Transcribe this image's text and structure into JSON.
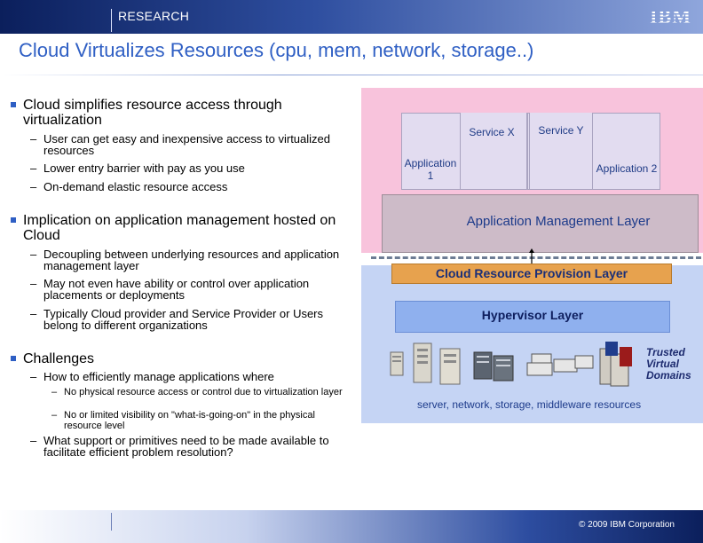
{
  "header": {
    "section": "RESEARCH",
    "logo": "IBM"
  },
  "title": "Cloud Virtualizes Resources (cpu, mem, network, storage..)",
  "bullets": [
    {
      "text": "Cloud simplifies resource access through virtualization",
      "subs": [
        "User can get easy and inexpensive access to virtualized resources",
        "Lower entry barrier with pay as you use",
        "On-demand elastic resource access"
      ]
    },
    {
      "text": "Implication on application management hosted on Cloud",
      "subs": [
        "Decoupling between underlying resources and application management layer",
        "May not even have ability or control over application placements or deployments",
        "Typically Cloud provider and Service Provider or Users belong to different organizations"
      ]
    },
    {
      "text": "Challenges",
      "subs": [
        "How to efficiently manage applications where",
        "What support or primitives need to be made available to facilitate efficient problem resolution?"
      ],
      "subsubs": [
        "No physical resource access or control due to virtualization layer",
        "No or limited visibility on \"what-is-going-on\" in the physical resource level"
      ]
    }
  ],
  "diagram": {
    "service_x": "Service X",
    "service_y": "Service Y",
    "app1": "Application 1",
    "app2": "Application 2",
    "app_mgmt_layer": "Application Management Layer",
    "cloud_provision_layer": "Cloud Resource Provision Layer",
    "hypervisor_layer": "Hypervisor Layer",
    "trusted_domains": "Trusted Virtual Domains",
    "resources": "server, network, storage, middleware resources",
    "colors": {
      "pink": "#f8c3dc",
      "blue": "#c5d4f4",
      "orange": "#e7a24e",
      "hypervisor": "#8fb0ee"
    }
  },
  "footer": {
    "copyright": "© 2009 IBM Corporation"
  }
}
